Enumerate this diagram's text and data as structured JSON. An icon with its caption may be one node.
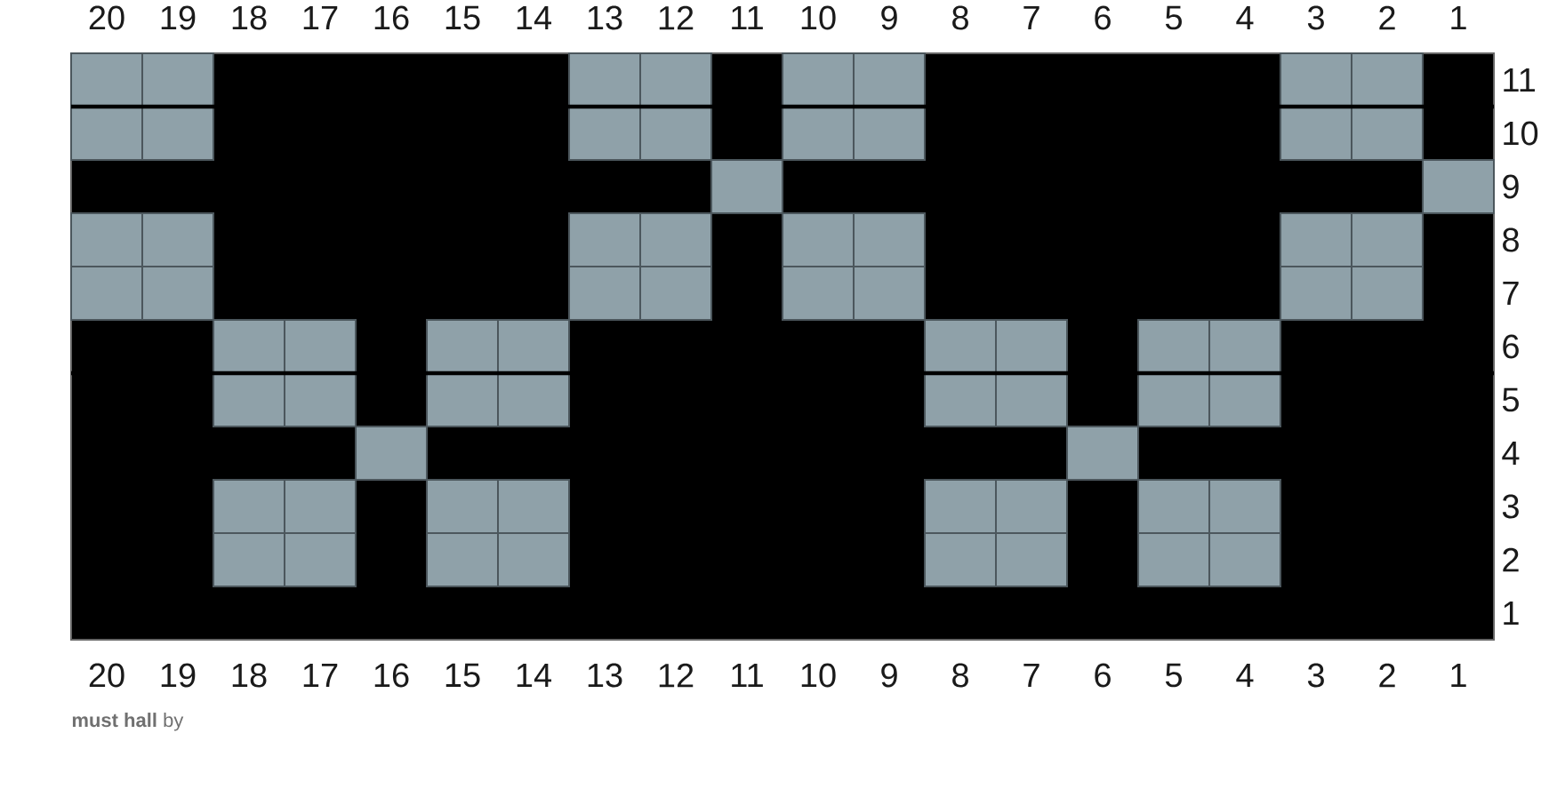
{
  "diagram": {
    "caption": "**must hall** by",
    "labels": [
      "20",
      "19",
      "18",
      "17",
      "16",
      "15",
      "14",
      "13",
      "12",
      "11",
      "10",
      "9",
      "8",
      "7",
      "6",
      "5",
      "4",
      "3",
      "2",
      "1",
      "11",
      "10",
      "9",
      "8",
      "7",
      "6",
      "5",
      "4",
      "3",
      "2",
      "1",
      "20",
      "19",
      "18",
      "17",
      "16",
      "15",
      "14",
      "13",
      "12",
      "11",
      "10",
      "9",
      "8",
      "7",
      "6",
      "5",
      "4",
      "3",
      "2",
      "1"
    ]
  }
}
